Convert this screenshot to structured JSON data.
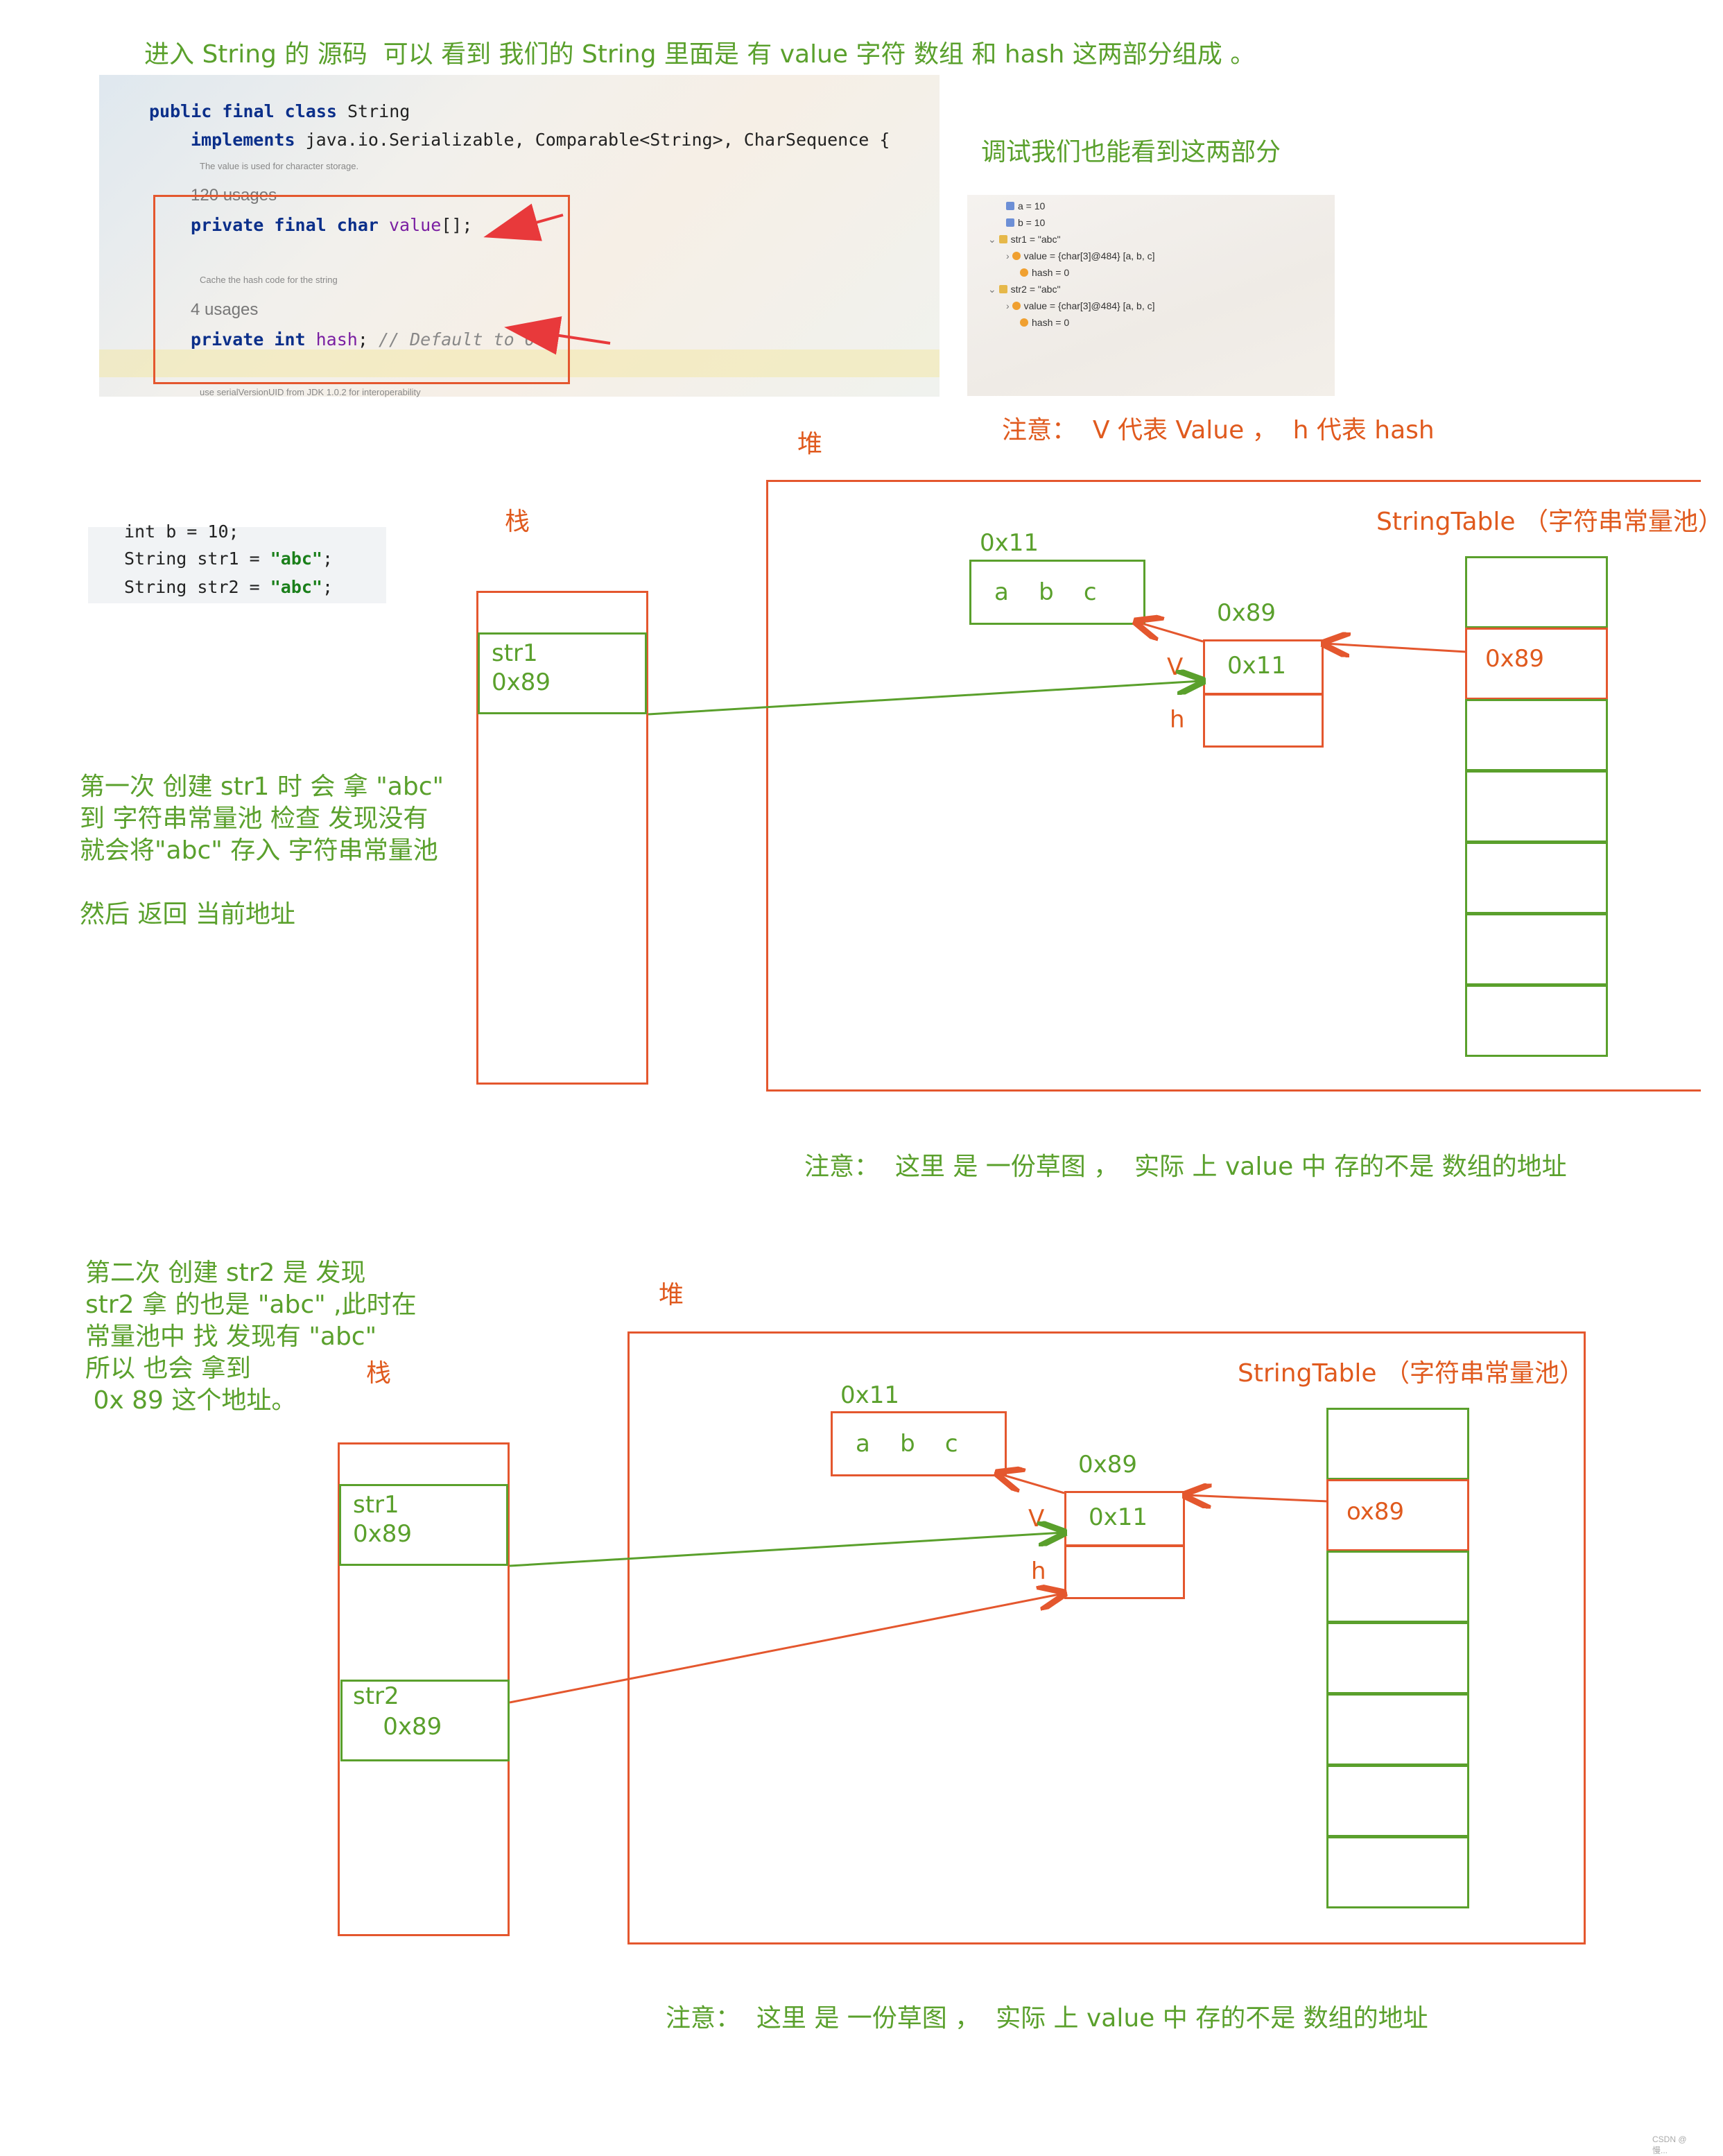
{
  "intro": "进入 String 的 源码  可以 看到 我们的 String 里面是 有 value 字符 数组 和 hash 这两部分组成 。",
  "code": {
    "line1_kw": "public final class",
    "line1_name": " String",
    "line2_kw": "implements",
    "line2_rest": " java.io.Serializable, Comparable<String>, CharSequence {",
    "doc1": "The value is used for character storage.",
    "usage1": "120 usages",
    "line3_kw": "private final char",
    "line3_field": " value",
    "line3_rest": "[];",
    "doc2": "Cache the hash code for the string",
    "usage2": "4 usages",
    "line4_kw": "private int",
    "line4_field": " hash",
    "line4_rest": "; ",
    "line4_comment": "// Default to 0",
    "doc3": "use serialVersionUID from JDK 1.0.2 for interoperability"
  },
  "debug_caption": "调试我们也能看到这两部分",
  "debug": {
    "lines": [
      "a = 10",
      "b = 10",
      "str1 = \"abc\"",
      "value = {char[3]@484} [a, b, c]",
      "hash = 0",
      "str2 = \"abc\"",
      "value = {char[3]@484} [a, b, c]",
      "hash = 0"
    ]
  },
  "note_vh": "注意：  V 代表 Value ，  h 代表 hash",
  "mini_code": {
    "line0": "int b = 10;",
    "line1_type": "String str1 = ",
    "line1_str": "\"abc\"",
    "line1_end": ";",
    "line2_type": "String str2 = ",
    "line2_str": "\"abc\"",
    "line2_end": ";"
  },
  "d1": {
    "heap_label": "堆",
    "stack_label": "栈",
    "table_label": "StringTable （字符串常量池）",
    "stack_cell": [
      "str1",
      "0x89"
    ],
    "arr_addr": "0x11",
    "arr_content": "a    b    c",
    "obj_addr": "0x89",
    "obj_v": "0x11",
    "v_label": "V",
    "h_label": "h",
    "table_entry": "0x89",
    "explain": [
      "第一次 创建 str1 时 会 拿 \"abc\"",
      "到 字符串常量池 检查 发现没有",
      "就会将\"abc\" 存入 字符串常量池",
      "",
      "然后 返回 当前地址"
    ],
    "note": "注意：  这里 是 一份草图 ，  实际 上 value 中 存的不是 数组的地址"
  },
  "d2": {
    "heap_label": "堆",
    "stack_label": "栈",
    "table_label": "StringTable （字符串常量池）",
    "stack_cell1": [
      "str1",
      "0x89"
    ],
    "stack_cell2": [
      "str2",
      "    0x89"
    ],
    "arr_addr": "0x11",
    "arr_content": "a    b    c",
    "obj_addr": "0x89",
    "obj_v": "0x11",
    "v_label": "V",
    "h_label": "h",
    "table_entry": "ox89",
    "explain": [
      "第二次 创建 str2 是 发现",
      "str2 拿 的也是 \"abc\" ,此时在",
      "常量池中 找 发现有 \"abc\"",
      "所以 也会 拿到",
      " 0x 89 这个地址。"
    ],
    "note": "注意：  这里 是 一份草图 ，  实际 上 value 中 存的不是 数组的地址"
  },
  "watermark": "CSDN @慢..."
}
